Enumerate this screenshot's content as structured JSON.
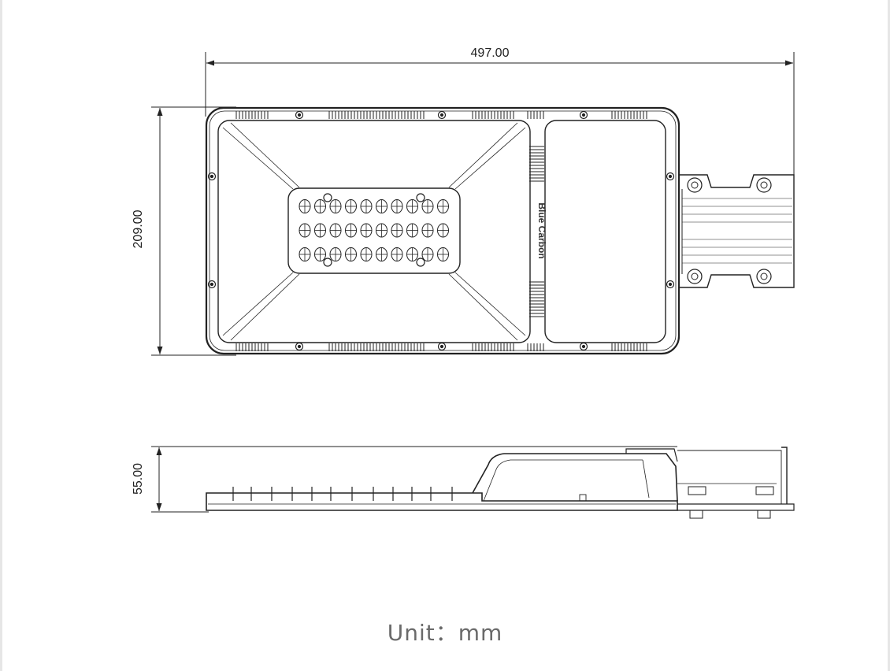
{
  "dimensions": {
    "length": "497.00",
    "width": "209.00",
    "height": "55.00"
  },
  "brand_text": "Blue Carbon",
  "unit_label": "Unit：mm"
}
